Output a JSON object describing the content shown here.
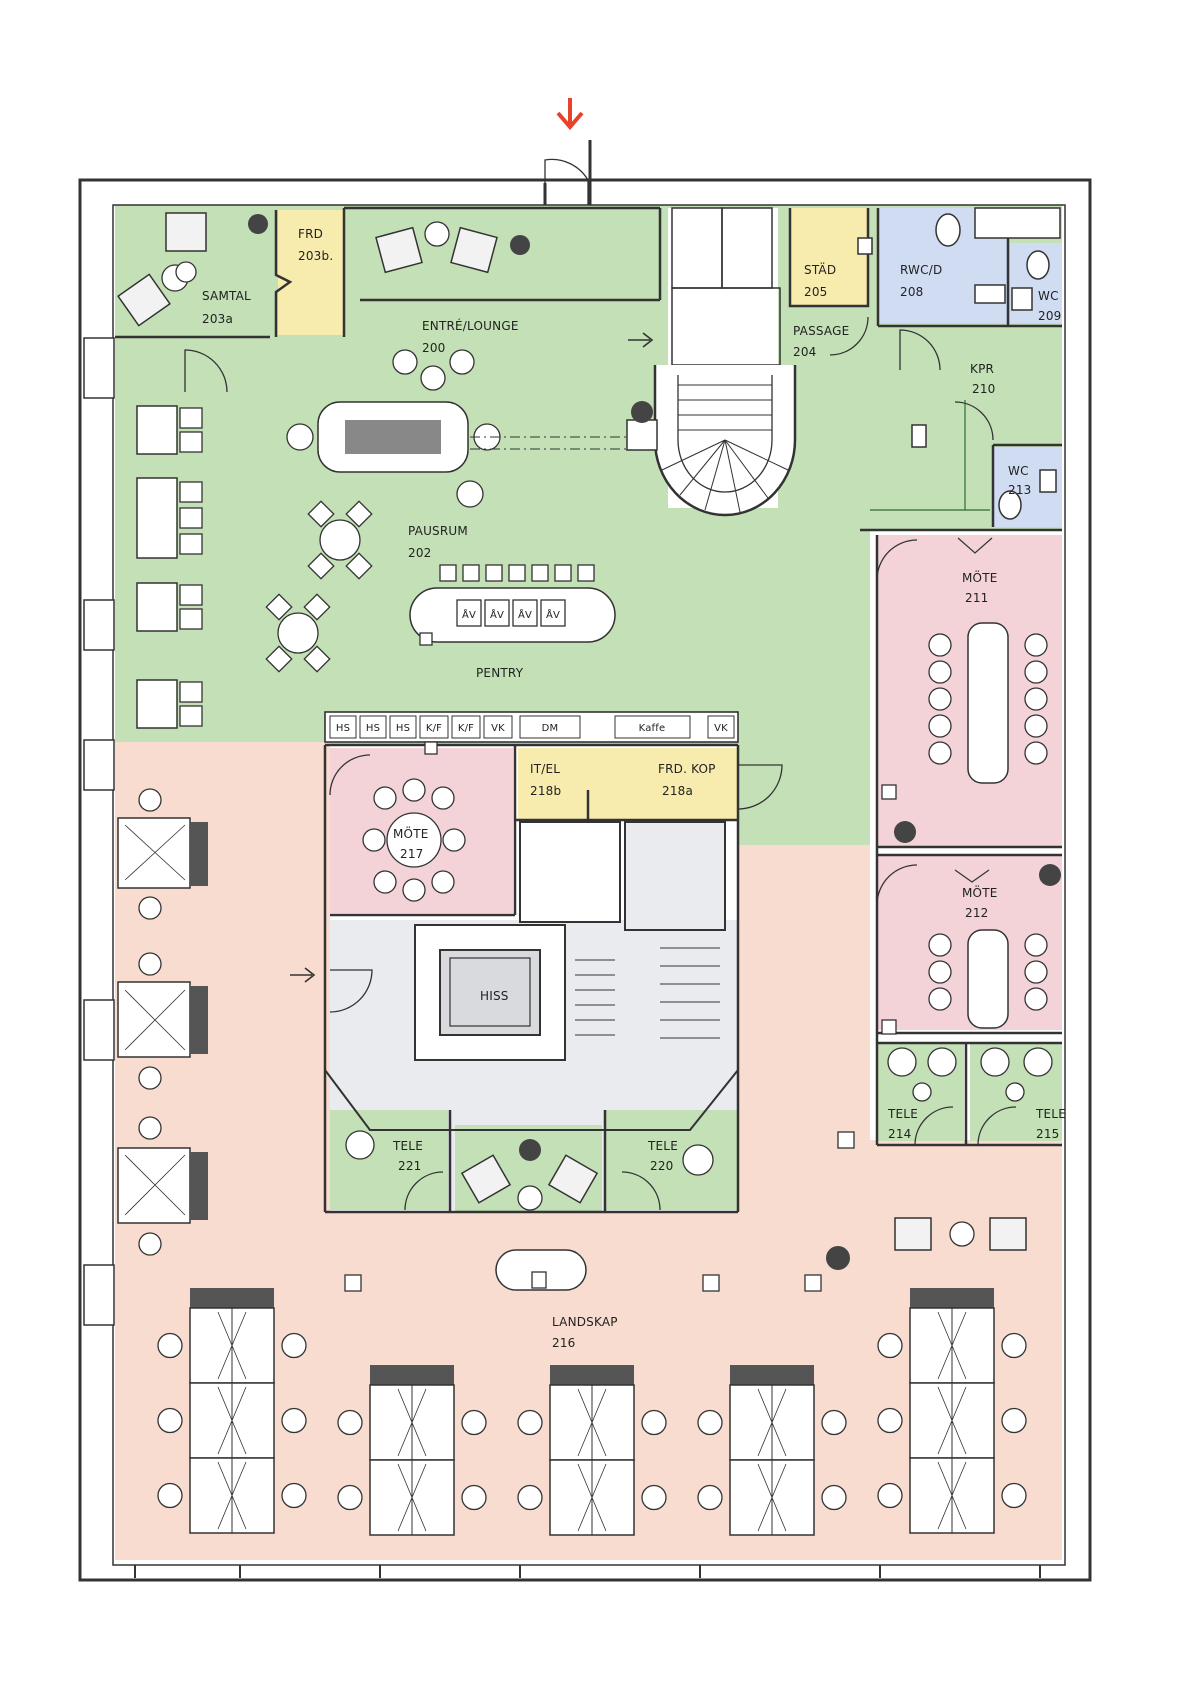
{
  "entrance_arrow_color": "#e8412c",
  "colors": {
    "green": "#c3e0b6",
    "pink": "#f3d3d7",
    "salmon": "#f8dccf",
    "yellow": "#f7ecad",
    "blue": "#cfdcf2",
    "grey": "#e9ebee"
  },
  "rooms": {
    "samtal": {
      "name": "SAMTAL",
      "num": "203a"
    },
    "frd_203b": {
      "name": "FRD",
      "num": "203b."
    },
    "entre": {
      "name": "ENTRÉ/LOUNGE",
      "num": "200"
    },
    "stad": {
      "name": "STÄD",
      "num": "205"
    },
    "rwc": {
      "name": "RWC/D",
      "num": "208"
    },
    "wc209": {
      "name": "WC",
      "num": "209"
    },
    "passage": {
      "name": "PASSAGE",
      "num": "204"
    },
    "kpr": {
      "name": "KPR",
      "num": "210"
    },
    "wc213": {
      "name": "WC",
      "num": "213"
    },
    "pausrum": {
      "name": "PAUSRUM",
      "num": "202"
    },
    "pentry": {
      "name": "PENTRY"
    },
    "mote211": {
      "name": "MÖTE",
      "num": "211"
    },
    "mote217": {
      "name": "MÖTE",
      "num": "217"
    },
    "itel": {
      "name": "IT/EL",
      "num": "218b"
    },
    "frdkop": {
      "name": "FRD. KOP",
      "num": "218a"
    },
    "mote212": {
      "name": "MÖTE",
      "num": "212"
    },
    "hiss": {
      "name": "HISS"
    },
    "tele214": {
      "name": "TELE",
      "num": "214"
    },
    "tele215": {
      "name": "TELE",
      "num": "215"
    },
    "tele221": {
      "name": "TELE",
      "num": "221"
    },
    "tele220": {
      "name": "TELE",
      "num": "220"
    },
    "landskap": {
      "name": "LANDSKAP",
      "num": "216"
    }
  },
  "pentry_counter": [
    "HS",
    "HS",
    "HS",
    "K/F",
    "K/F",
    "VK",
    "DM",
    "Kaffe",
    "VK"
  ],
  "bar_stools": [
    "ÅV",
    "ÅV",
    "ÅV",
    "ÅV"
  ]
}
